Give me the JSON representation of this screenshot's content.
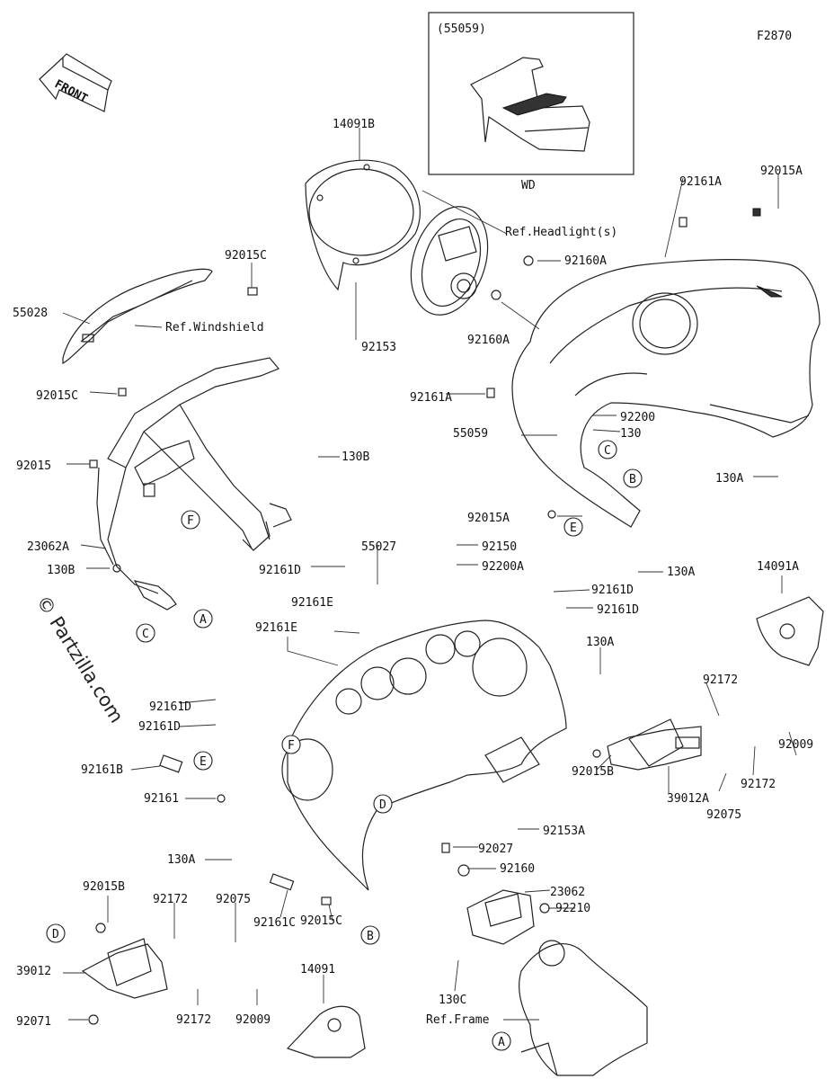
{
  "figure_code": "F2870",
  "front_label": "FRONT",
  "watermark": "© Partzilla.com",
  "inset": {
    "ref": "(55059)",
    "caption": "WD"
  },
  "circle_refs": [
    "A",
    "B",
    "C",
    "D",
    "E",
    "F"
  ],
  "labels": [
    {
      "id": "l01",
      "text": "14091B"
    },
    {
      "id": "l02",
      "text": "Ref.Headlight(s)"
    },
    {
      "id": "l03",
      "text": "92161A"
    },
    {
      "id": "l04",
      "text": "92015A"
    },
    {
      "id": "l05",
      "text": "92015C"
    },
    {
      "id": "l06",
      "text": "92160A"
    },
    {
      "id": "l07",
      "text": "55028"
    },
    {
      "id": "l08",
      "text": "Ref.Windshield"
    },
    {
      "id": "l09",
      "text": "92153"
    },
    {
      "id": "l10",
      "text": "92160A"
    },
    {
      "id": "l11",
      "text": "92015C"
    },
    {
      "id": "l12",
      "text": "92161A"
    },
    {
      "id": "l13",
      "text": "92200"
    },
    {
      "id": "l14",
      "text": "130"
    },
    {
      "id": "l15",
      "text": "55059"
    },
    {
      "id": "l16",
      "text": "92015"
    },
    {
      "id": "l17",
      "text": "130B"
    },
    {
      "id": "l18",
      "text": "130A"
    },
    {
      "id": "l19",
      "text": "92015A"
    },
    {
      "id": "l20",
      "text": "23062A"
    },
    {
      "id": "l21",
      "text": "55027"
    },
    {
      "id": "l22",
      "text": "92150"
    },
    {
      "id": "l23",
      "text": "130B"
    },
    {
      "id": "l24",
      "text": "92161D"
    },
    {
      "id": "l25",
      "text": "92200A"
    },
    {
      "id": "l26",
      "text": "130A"
    },
    {
      "id": "l27",
      "text": "14091A"
    },
    {
      "id": "l28",
      "text": "92161D"
    },
    {
      "id": "l29",
      "text": "92161E"
    },
    {
      "id": "l30",
      "text": "92161D"
    },
    {
      "id": "l31",
      "text": "130A"
    },
    {
      "id": "l32",
      "text": "92161E"
    },
    {
      "id": "l33",
      "text": "92172"
    },
    {
      "id": "l34",
      "text": "92161D"
    },
    {
      "id": "l35",
      "text": "92161D"
    },
    {
      "id": "l36",
      "text": "92009"
    },
    {
      "id": "l37",
      "text": "92161B"
    },
    {
      "id": "l38",
      "text": "92015B"
    },
    {
      "id": "l39",
      "text": "39012A"
    },
    {
      "id": "l40",
      "text": "92172"
    },
    {
      "id": "l41",
      "text": "92161"
    },
    {
      "id": "l42",
      "text": "92075"
    },
    {
      "id": "l43",
      "text": "92153A"
    },
    {
      "id": "l44",
      "text": "130A"
    },
    {
      "id": "l45",
      "text": "92027"
    },
    {
      "id": "l46",
      "text": "92160"
    },
    {
      "id": "l47",
      "text": "23062"
    },
    {
      "id": "l48",
      "text": "92015B"
    },
    {
      "id": "l49",
      "text": "92172"
    },
    {
      "id": "l50",
      "text": "92075"
    },
    {
      "id": "l51",
      "text": "92161C"
    },
    {
      "id": "l52",
      "text": "92015C"
    },
    {
      "id": "l53",
      "text": "92210"
    },
    {
      "id": "l54",
      "text": "39012"
    },
    {
      "id": "l55",
      "text": "14091"
    },
    {
      "id": "l56",
      "text": "130C"
    },
    {
      "id": "l57",
      "text": "Ref.Frame"
    },
    {
      "id": "l58",
      "text": "92071"
    },
    {
      "id": "l59",
      "text": "92172"
    },
    {
      "id": "l60",
      "text": "92009"
    }
  ]
}
